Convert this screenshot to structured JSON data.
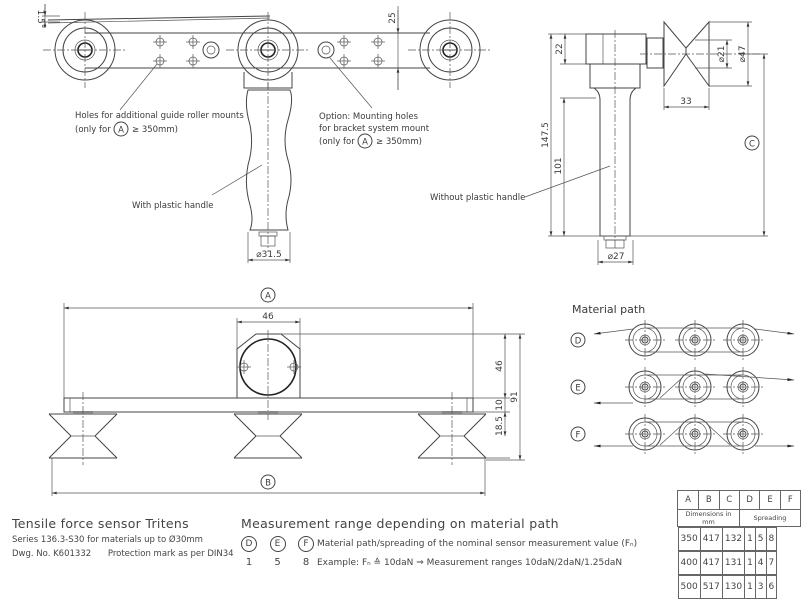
{
  "top_view": {
    "angle_label": "1.5°",
    "dim_width": "25",
    "note_guide_roller": [
      "Holes for additional guide roller mounts",
      "(only for",
      "A",
      "≥ 350mm)"
    ],
    "note_mounting": [
      "Option: Mounting holes",
      "for bracket system mount",
      "(only for",
      "A",
      "≥ 350mm)"
    ],
    "label_with_handle": "With plastic handle",
    "dim_handle_dia": "⌀31.5"
  },
  "side_view": {
    "dim_22": "22",
    "dim_147_5": "147.5",
    "dim_101": "101",
    "dim_21": "⌀21",
    "dim_47": "⌀47",
    "dim_33": "33",
    "dim_27": "⌀27",
    "marker_c": "C",
    "label_without_handle": "Without plastic handle"
  },
  "front_view": {
    "marker_a": "A",
    "marker_b": "B",
    "dim_46_top": "46",
    "dim_46_side": "46",
    "dim_10": "10",
    "dim_18_5": "18.5",
    "dim_91": "91"
  },
  "material_path": {
    "title": "Material path",
    "paths": [
      "D",
      "E",
      "F"
    ]
  },
  "title_block": {
    "title": "Tensile force sensor Tritens",
    "series": "Series 136.3-S30 for materials up to  Ø30mm",
    "dwg_no": "Dwg. No. K601332",
    "protection": "Protection mark as per DIN34"
  },
  "measurement": {
    "title": "Measurement range depending on material path",
    "keys": [
      "D",
      "E",
      "F"
    ],
    "factors": [
      "1",
      "5",
      "8"
    ],
    "description": "Material path/spreading of the nominal sensor measurement value (Fₙ)",
    "example": "Example: Fₙ ≙ 10daN ⇒  Measurement ranges 10daN/2daN/1.25daN"
  },
  "dims_table": {
    "headers": [
      "A",
      "B",
      "C",
      "D",
      "E",
      "F"
    ],
    "group_dims": "Dimensions in mm",
    "group_spread": "Spreading",
    "rows": [
      [
        "350",
        "417",
        "132",
        "1",
        "5",
        "8"
      ],
      [
        "400",
        "417",
        "131",
        "1",
        "4",
        "7"
      ],
      [
        "500",
        "517",
        "130",
        "1",
        "3",
        "6"
      ]
    ]
  }
}
